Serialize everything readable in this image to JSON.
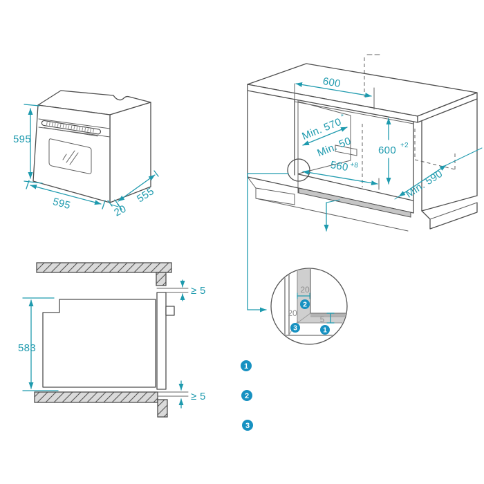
{
  "colors": {
    "dimension_teal": "#1e9aae",
    "badge_blue": "#1791c1",
    "line_dark": "#4d4d4d",
    "gray_label": "#8f8f8f",
    "panel_gray": "#cfcfcf",
    "hatch_gray": "#dadada"
  },
  "oven_view": {
    "height": "595",
    "width": "595",
    "depth": "555",
    "door_depth": "20"
  },
  "cabinet_view": {
    "opening_width": "600",
    "min_depth": "Min. 570",
    "min_depth_note": "*",
    "back_clearance": "Min. 50",
    "opening_height": "600",
    "opening_height_tolerance": "+2",
    "inner_width": "560",
    "inner_width_tolerance": "+8",
    "side_min_depth": "Min. 590"
  },
  "section_view": {
    "oven_height": "583",
    "top_clearance": "≥ 5",
    "bottom_clearance": "≥ 5"
  },
  "detail_view": {
    "rear_thickness": "20",
    "side_thickness": "20",
    "gap": "5",
    "callout_1": "1",
    "callout_2": "2",
    "callout_3": "3"
  },
  "legend": {
    "items": [
      {
        "number": "1",
        "label": ""
      },
      {
        "number": "2",
        "label": ""
      },
      {
        "number": "3",
        "label": ""
      }
    ]
  }
}
